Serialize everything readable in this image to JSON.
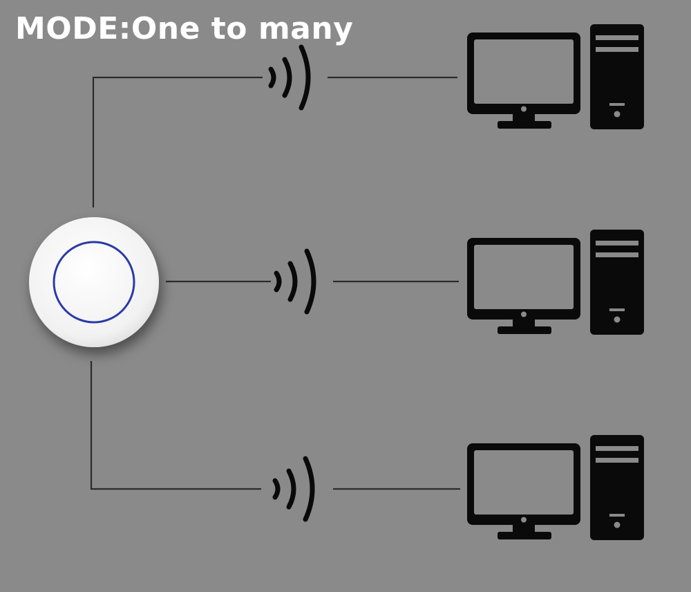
{
  "title": "MODE:One to many",
  "colors": {
    "background": "#8a8a8a",
    "line": "#2b2b2b",
    "icon": "#0a0a0a",
    "device_body": "#f2f2f2",
    "device_ring": "#2a3aa8"
  },
  "hub": {
    "icon": "wireless-transmitter-puck-icon"
  },
  "receivers": [
    {
      "name": "computer-1",
      "icon": "desktop-computer-icon",
      "signal_icon": "wireless-signal-icon"
    },
    {
      "name": "computer-2",
      "icon": "desktop-computer-icon",
      "signal_icon": "wireless-signal-icon"
    },
    {
      "name": "computer-3",
      "icon": "desktop-computer-icon",
      "signal_icon": "wireless-signal-icon"
    }
  ]
}
